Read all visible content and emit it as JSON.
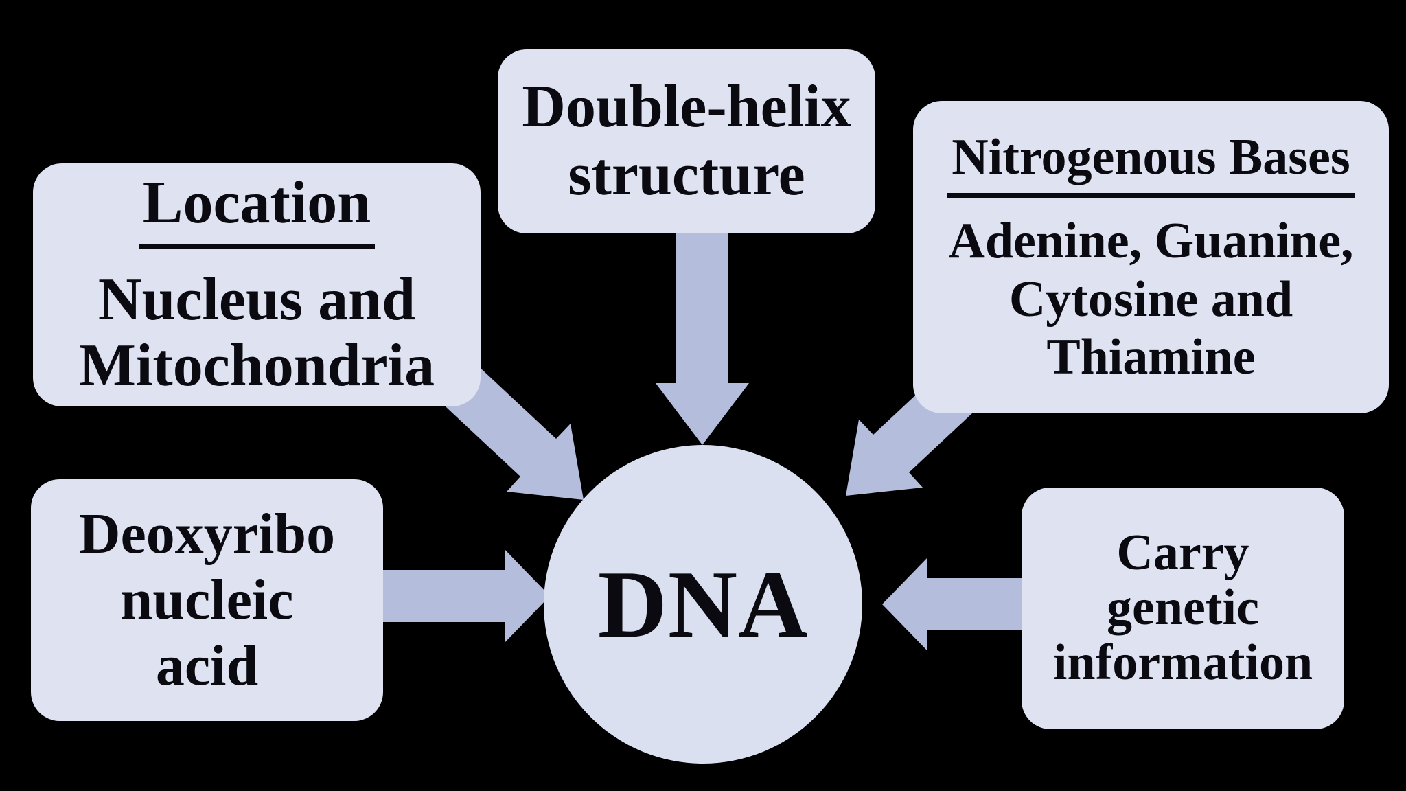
{
  "colors": {
    "background": "#000000",
    "box_fill": "#dfe3f1",
    "circle_fill": "#dbe0f0",
    "arrow_fill": "#b5bddc",
    "text": "#0a0a10"
  },
  "center": {
    "label": "DNA"
  },
  "boxes": [
    {
      "id": "location",
      "heading": "Location",
      "lines": [
        "Nucleus and",
        "Mitochondria"
      ]
    },
    {
      "id": "double-helix-structure",
      "lines": [
        "Double-helix",
        "structure"
      ]
    },
    {
      "id": "nitrogenous-bases",
      "heading": "Nitrogenous Bases",
      "lines": [
        "Adenine, Guanine,",
        "Cytosine and",
        "Thiamine"
      ]
    },
    {
      "id": "deoxyribonucleic-acid",
      "lines": [
        "Deoxyribo",
        "nucleic",
        "acid"
      ]
    },
    {
      "id": "carry-genetic-information",
      "lines": [
        "Carry",
        "genetic",
        "information"
      ]
    }
  ],
  "arrows": [
    {
      "name": "location-to-dna-arrow"
    },
    {
      "name": "double-helix-to-dna-arrow"
    },
    {
      "name": "nitrogenous-bases-to-dna-arrow"
    },
    {
      "name": "deoxyribonucleic-acid-to-dna-arrow"
    },
    {
      "name": "carry-genetic-information-to-dna-arrow"
    }
  ]
}
